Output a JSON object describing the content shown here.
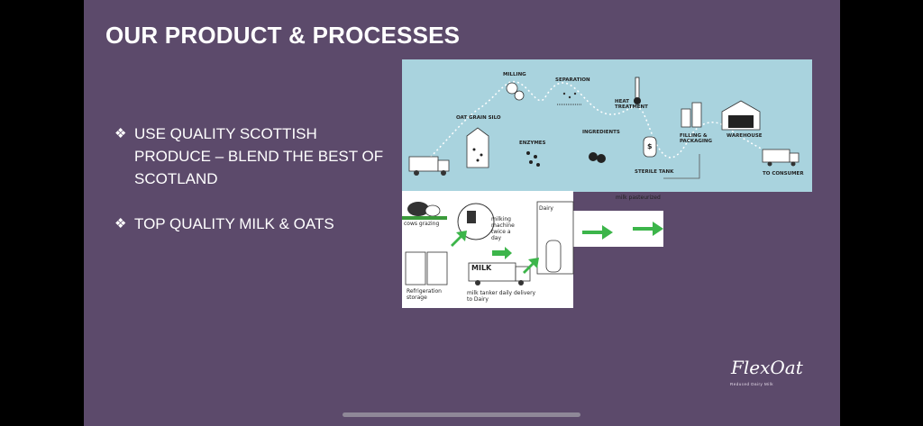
{
  "slide": {
    "title": "OUR PRODUCT & PROCESSES",
    "bullets": [
      {
        "mark": "❖",
        "text": "USE QUALITY SCOTTISH PRODUCE – BLEND THE BEST OF SCOTLAND"
      },
      {
        "mark": "❖",
        "text": "TOP QUALITY MILK & OATS"
      }
    ]
  },
  "process_top": {
    "labels": {
      "milling": "MILLING",
      "separation": "SEPARATION",
      "heat_treatment": "HEAT TREATMENT",
      "oat_grain_silo": "OAT GRAIN SILO",
      "enzymes": "ENZYMES",
      "ingredients": "INGREDIENTS",
      "filling_packaging": "FILLING & PACKAGING",
      "warehouse": "WAREHOUSE",
      "sterile_tank": "STERILE TANK",
      "to_consumer": "TO CONSUMER"
    },
    "tank_mark": "$",
    "tag": "milk pasteurized"
  },
  "process_bottom": {
    "cows_grazing": "cows grazing",
    "milking_machine": "milking machine twice a day",
    "dairy": "Dairy",
    "milk": "MILK",
    "refrigeration_storage": "Refrigeration storage",
    "tanker_delivery": "milk tanker daily delivery to Dairy"
  },
  "brand": {
    "logo": "FlexOat",
    "tagline": "Reduced Dairy Milk"
  },
  "colors": {
    "slide_bg": "#5c4a6b",
    "diagram_bg": "#a9d3de",
    "arrow_green": "#3cb54a"
  }
}
